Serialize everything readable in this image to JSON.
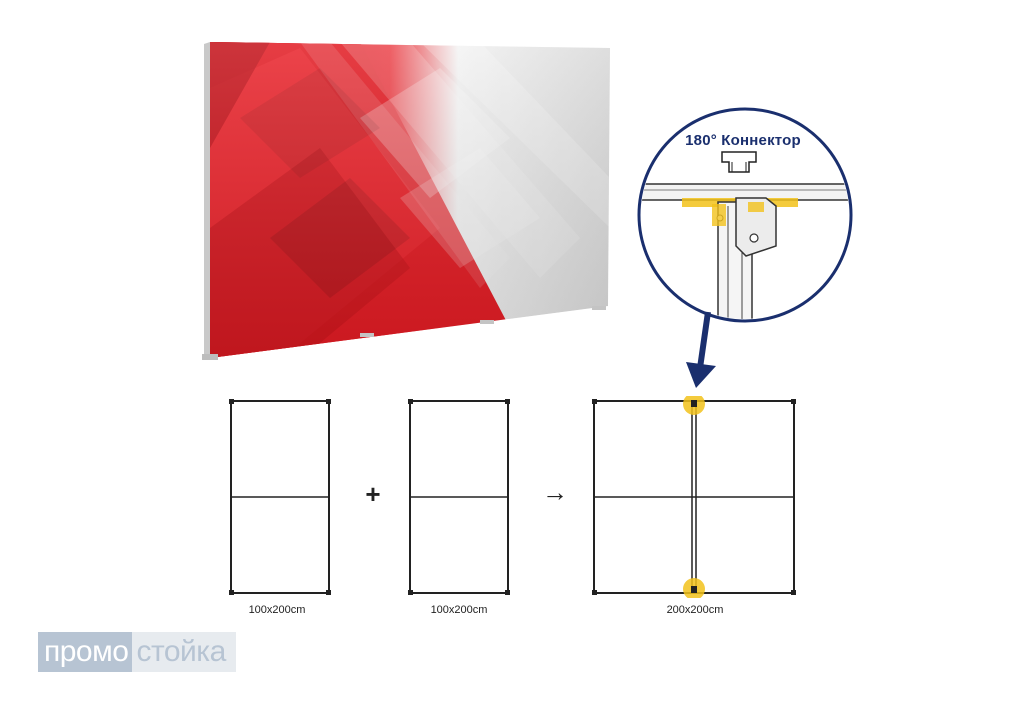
{
  "callout": {
    "title": "180°  Коннектор",
    "accent_color": "#1a2f6e",
    "highlight_color": "#f2c21b"
  },
  "diagram": {
    "plus": "+",
    "arrow": "→",
    "labels": [
      "100x200cm",
      "100x200cm",
      "200x200cm"
    ]
  },
  "logo": {
    "part1": "промо",
    "part2": "стойка"
  },
  "icons": [
    "connector-icon",
    "down-arrow-icon"
  ]
}
